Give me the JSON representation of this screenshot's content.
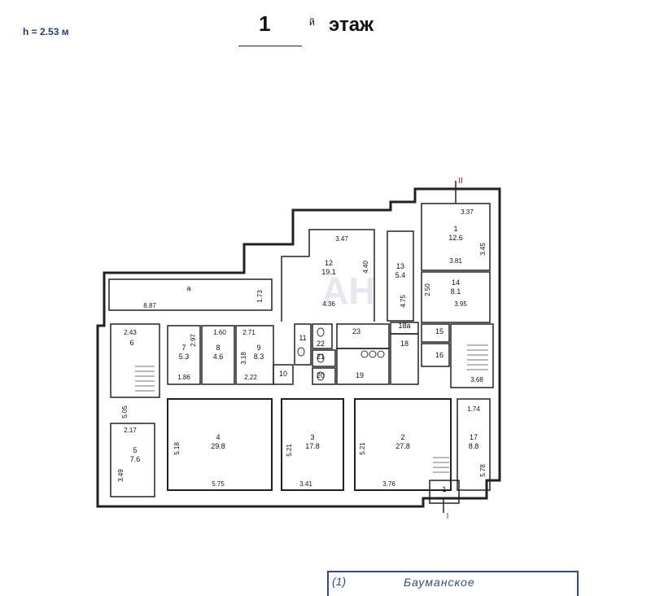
{
  "header": {
    "height_label": "h = 2.53 м",
    "floor_number": "1",
    "floor_superscript": "й",
    "floor_word": "этаж"
  },
  "stamp": {
    "number": "(1)",
    "district": "Бауманское"
  },
  "watermark": "AH",
  "section_marks": [
    "II",
    "I"
  ],
  "rooms": [
    {
      "id": "1",
      "area": "12.6"
    },
    {
      "id": "a",
      "area": ""
    },
    {
      "id": "12",
      "area": "19.1"
    },
    {
      "id": "13",
      "area": "5.4"
    },
    {
      "id": "14",
      "area": "8.1"
    },
    {
      "id": "6",
      "area": ""
    },
    {
      "id": "7",
      "area": "5.3"
    },
    {
      "id": "8",
      "area": "4.6"
    },
    {
      "id": "9",
      "area": "8.3"
    },
    {
      "id": "10",
      "area": ""
    },
    {
      "id": "11",
      "area": ""
    },
    {
      "id": "22",
      "area": ""
    },
    {
      "id": "21",
      "area": ""
    },
    {
      "id": "20",
      "area": ""
    },
    {
      "id": "23",
      "area": ""
    },
    {
      "id": "19",
      "area": ""
    },
    {
      "id": "18a",
      "area": ""
    },
    {
      "id": "18",
      "area": ""
    },
    {
      "id": "15",
      "area": ""
    },
    {
      "id": "16",
      "area": ""
    },
    {
      "id": "5",
      "area": "7.6"
    },
    {
      "id": "4",
      "area": "29.8"
    },
    {
      "id": "3",
      "area": "17.8"
    },
    {
      "id": "2",
      "area": "27.8"
    },
    {
      "id": "17",
      "area": "8.8"
    },
    {
      "id": "1",
      "area": ""
    }
  ],
  "dimensions": [
    "3.37",
    "3.45",
    "3.81",
    "2.50",
    "3.95",
    "3.47",
    "4.40",
    "4.36",
    "4.75",
    "8.87",
    "1.73",
    "2.43",
    "2.97",
    "1.60",
    "2.71",
    "3.18",
    "2.22",
    "1.86",
    "5.05",
    "2.17",
    "3.49",
    "5.18",
    "5.75",
    "5.21",
    "3.41",
    "5.21",
    "3.76",
    "1.74",
    "5.78",
    "3.68"
  ]
}
